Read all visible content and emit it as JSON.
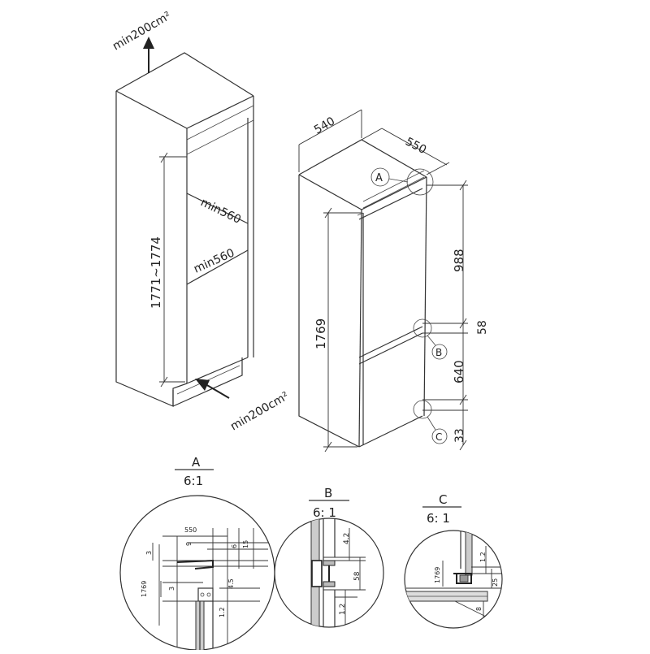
{
  "cabinet": {
    "vent_top": "min200cm²",
    "vent_bottom": "min200cm²",
    "height_range": "1771~1774",
    "width_min_upper": "min560",
    "width_min_lower": "min560"
  },
  "appliance": {
    "depth": "540",
    "width": "550",
    "height": "1769",
    "upper_door": "988",
    "gap": "58",
    "lower_door": "640",
    "base": "33",
    "callout_a": "A",
    "callout_b": "B",
    "callout_c": "C"
  },
  "detail_a": {
    "letter": "A",
    "scale": "6:1",
    "dims": [
      "550",
      "3",
      "9",
      "6",
      "15",
      "1769",
      "3",
      "4.5",
      "1.2"
    ]
  },
  "detail_b": {
    "letter": "B",
    "scale": "6: 1",
    "dims": [
      "4.2",
      "58",
      "1.2"
    ]
  },
  "detail_c": {
    "letter": "C",
    "scale": "6: 1",
    "dims": [
      "1769",
      "1.2",
      "25",
      "8"
    ]
  }
}
